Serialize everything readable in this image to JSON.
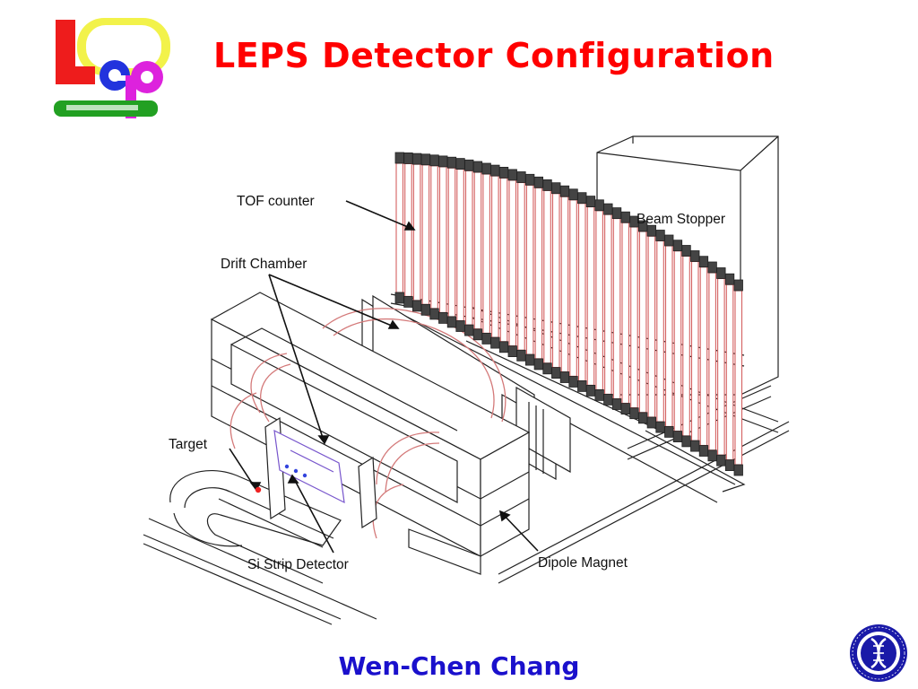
{
  "slide": {
    "title": "LEPS Detector Configuration",
    "author": "Wen-Chen Chang",
    "logo_icon": "leps-logo-icon",
    "seal_icon": "academia-sinica-seal-icon"
  },
  "diagram": {
    "labels": {
      "tof": "TOF counter",
      "beam_stopper": "Beam Stopper",
      "drift_chamber": "Drift Chamber",
      "target": "Target",
      "si_strip": "Si Strip Detector",
      "dipole": "Dipole Magnet"
    }
  },
  "colors": {
    "title": "#ff0000",
    "author": "#1a10cc",
    "tof_bar": "#d46060",
    "coil": "#d47a7a",
    "line": "#222222"
  }
}
